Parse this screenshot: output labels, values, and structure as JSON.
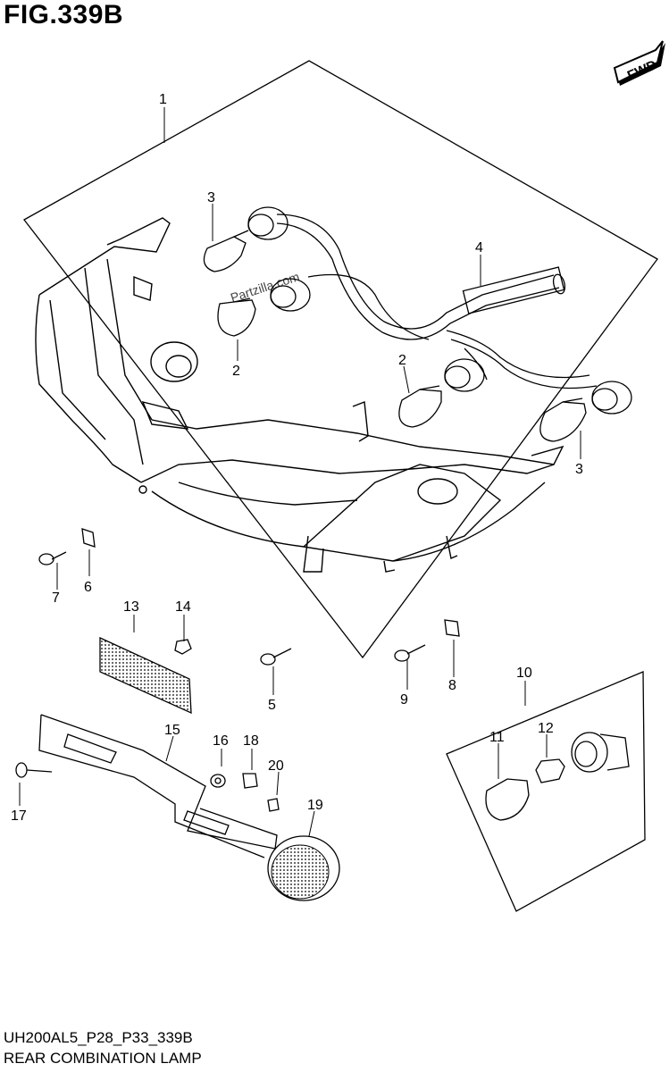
{
  "header": {
    "title": "FIG.339B"
  },
  "fwd_badge": {
    "label": "FWD"
  },
  "footer": {
    "code": "UH200AL5_P28_P33_339B",
    "name": "REAR COMBINATION LAMP"
  },
  "watermark": "Partzilla.com",
  "callouts": {
    "c1": "1",
    "c2a": "2",
    "c2b": "2",
    "c3a": "3",
    "c3b": "3",
    "c4": "4",
    "c5": "5",
    "c6": "6",
    "c7": "7",
    "c8": "8",
    "c9": "9",
    "c10": "10",
    "c11": "11",
    "c12": "12",
    "c13": "13",
    "c14": "14",
    "c15": "15",
    "c16": "16",
    "c17": "17",
    "c18": "18",
    "c19": "19",
    "c20": "20"
  }
}
